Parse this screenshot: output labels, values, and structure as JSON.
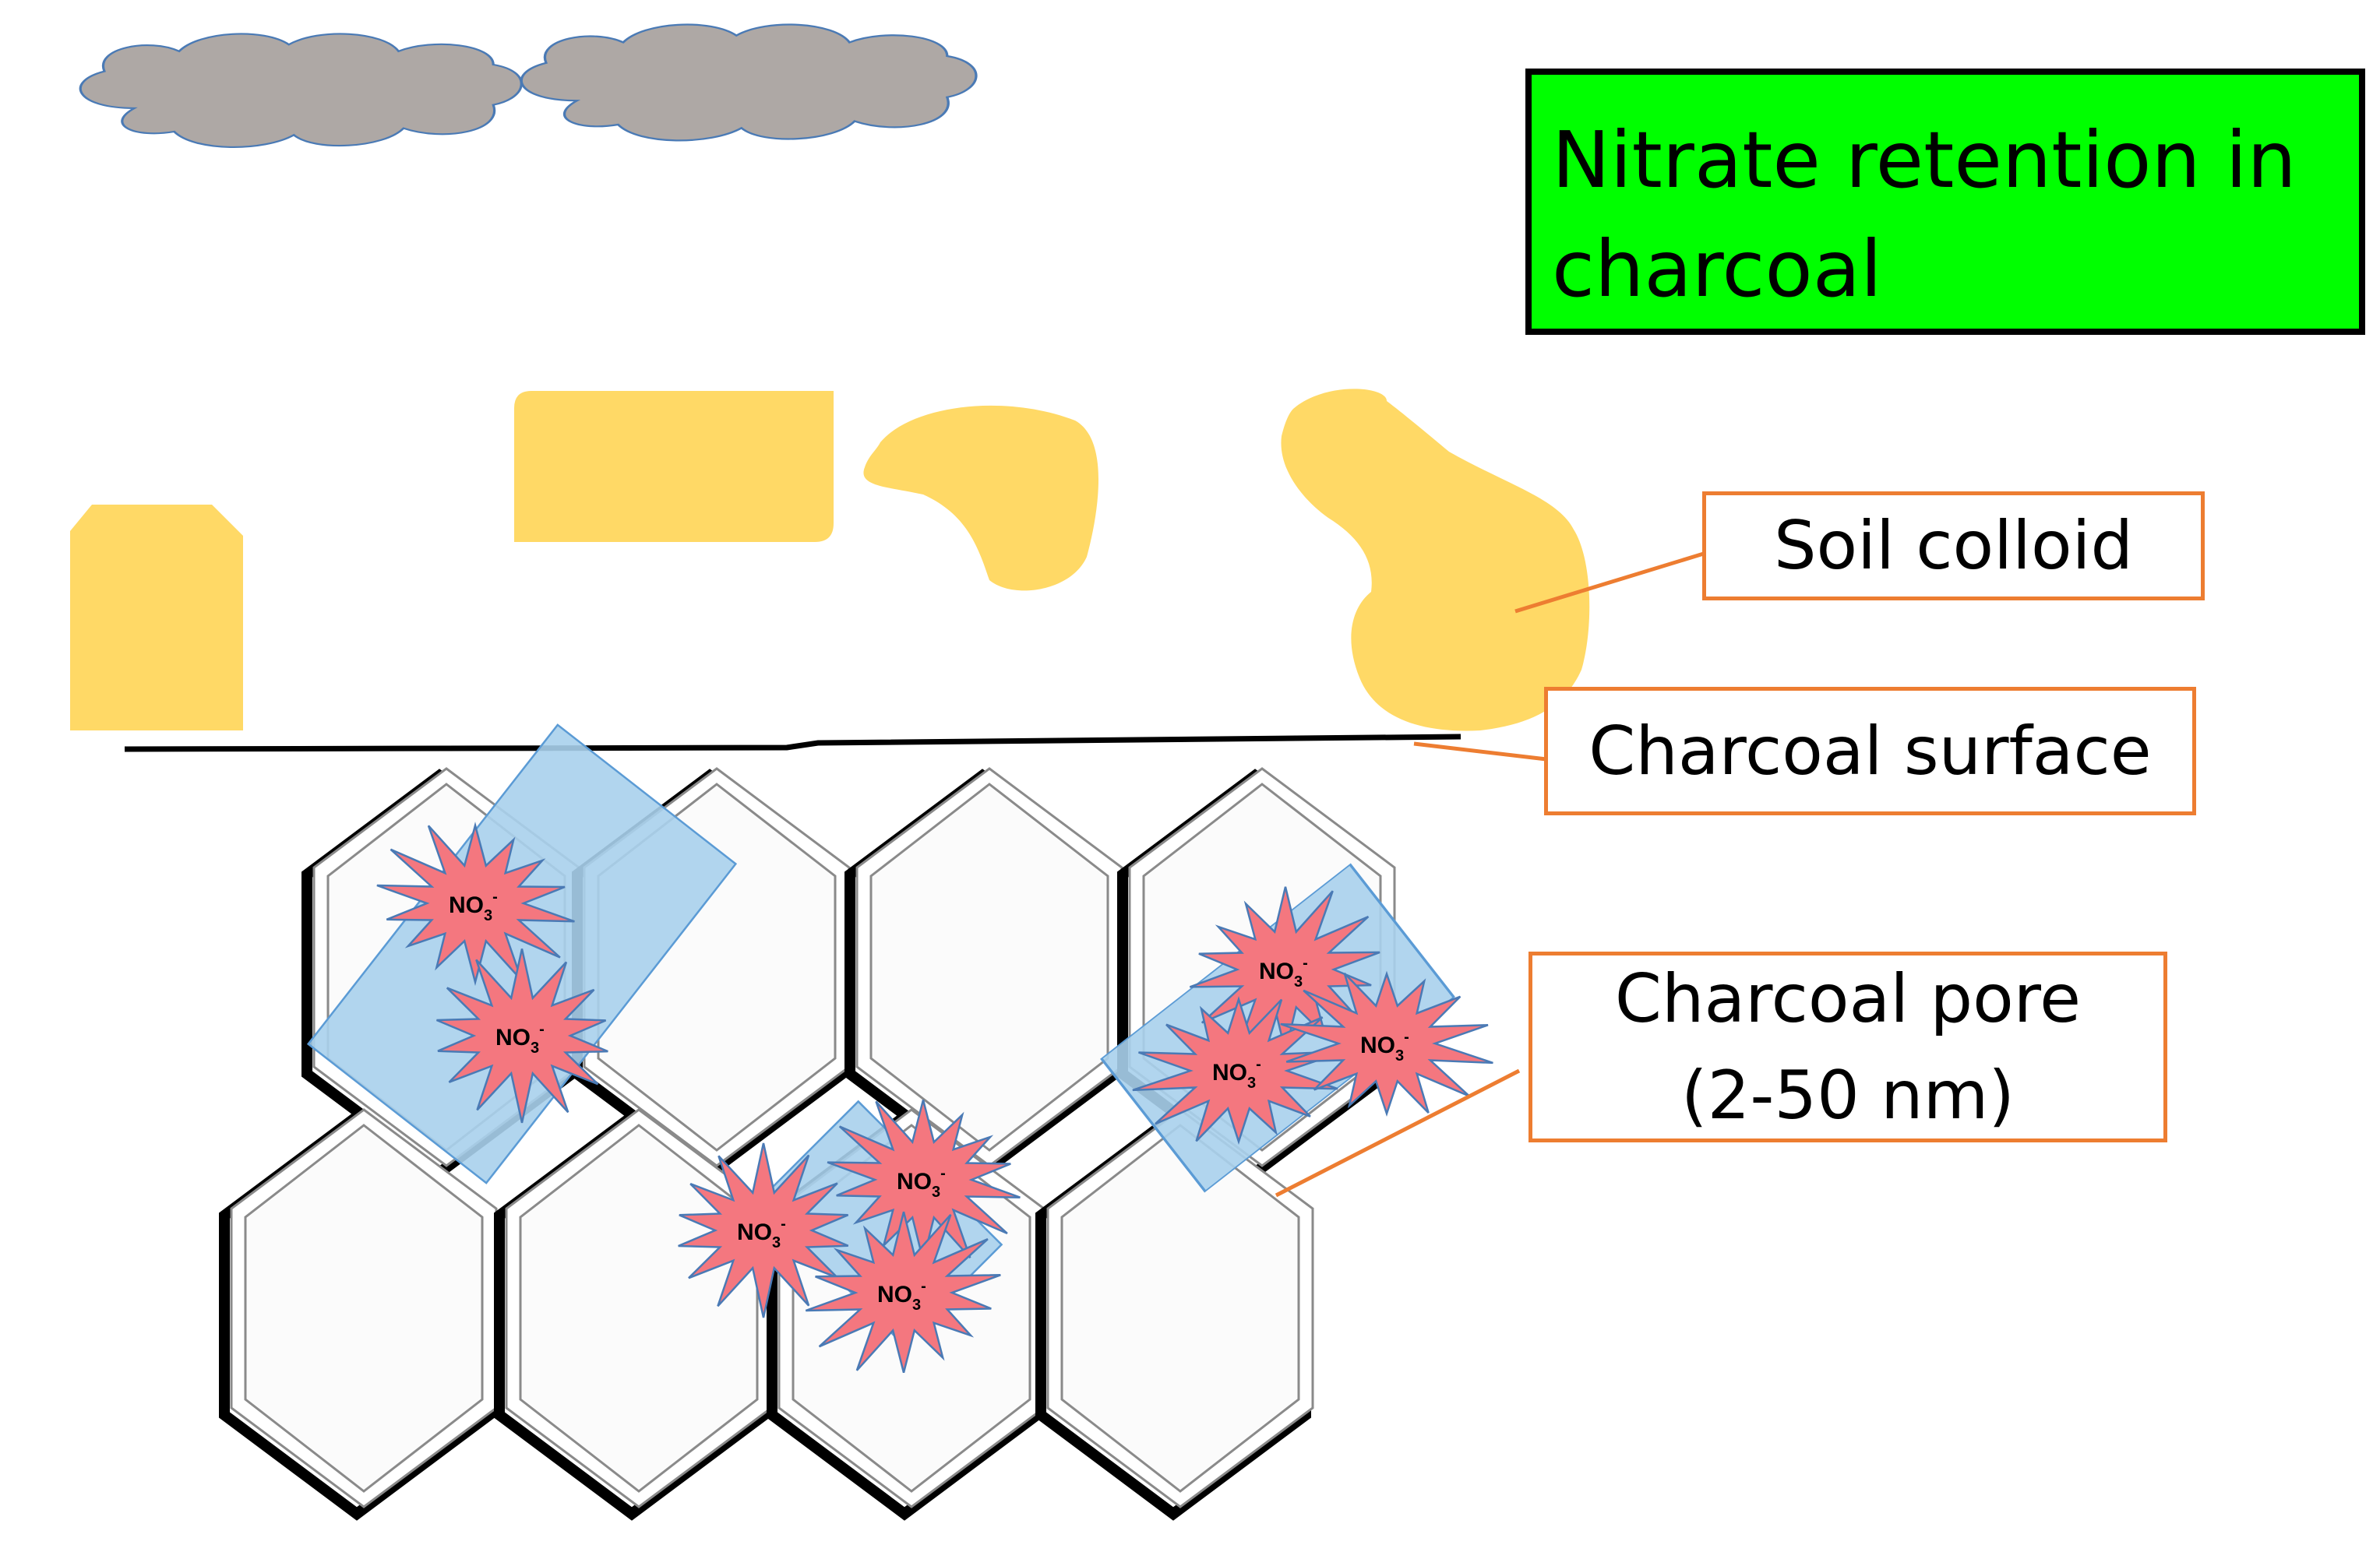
{
  "title": "Nitrate retention in charcoal",
  "labels": {
    "soil_colloid": "Soil colloid",
    "charcoal_surface": "Charcoal surface",
    "charcoal_pore_line1": "Charcoal pore",
    "charcoal_pore_line2": "(2-50 nm)"
  },
  "ion": {
    "base": "NO",
    "sub": "3",
    "sup": "-"
  },
  "colors": {
    "title_bg": "#00ff00",
    "cloud": "#aea8a5",
    "colloid": "#ffd966",
    "callout": "#ed7d31",
    "ion_fill": "#f4777f",
    "water": "#a8d0ec"
  }
}
